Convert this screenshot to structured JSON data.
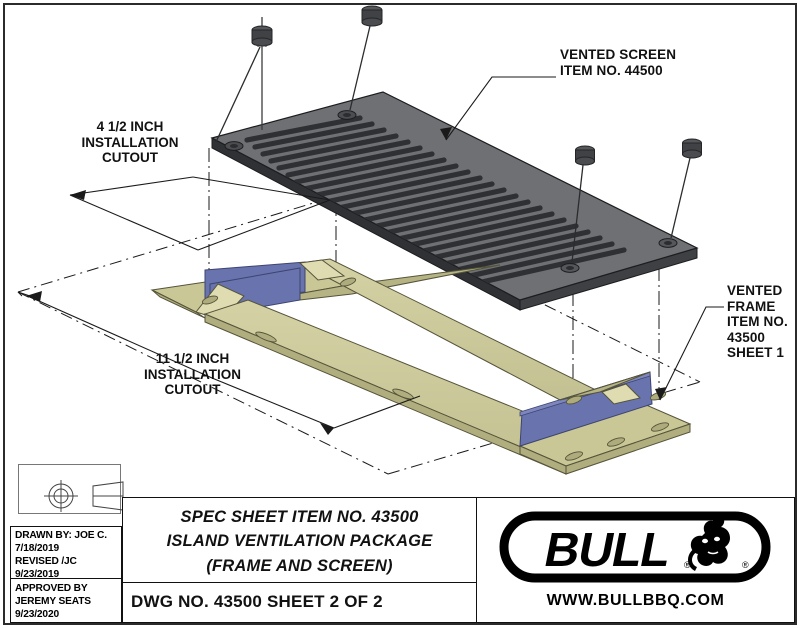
{
  "document": {
    "type": "engineering-spec-sheet",
    "sheet_size": "800x628"
  },
  "annotations": {
    "vented_screen": {
      "name": "vented-screen-callout",
      "text": "VENTED SCREEN\nITEM NO. 44500"
    },
    "vented_frame": {
      "name": "vented-frame-callout",
      "text": "VENTED\nFRAME\nITEM NO.\n43500\nSHEET 1"
    },
    "dim_width": {
      "name": "cutout-width-dimension",
      "text": "4 1/2 INCH\nINSTALLATION\nCUTOUT"
    },
    "dim_length": {
      "name": "cutout-length-dimension",
      "text": "11 1/2 INCH\nINSTALLATION\nCUTOUT"
    }
  },
  "title_block": {
    "drawn_by": "DRAWN BY: JOE C.\n7/18/2019\nREVISED /JC\n9/23/2019",
    "approved_by": "APPROVED BY\nJEREMY SEATS\n9/23/2020",
    "spec_title": "SPEC SHEET ITEM NO. 43500\nISLAND VENTILATION PACKAGE\n(FRAME AND SCREEN)",
    "dwg_no": "DWG NO.  43500 SHEET 2 OF 2",
    "projection_symbol": "third-angle-projection-symbol"
  },
  "logo": {
    "brand": "BULL",
    "registered_mark": "®",
    "bull_head_icon": "bull-head-icon",
    "website": "WWW.BULLBBQ.COM"
  },
  "colors": {
    "screen_top": "#6e7073",
    "screen_dark": "#3a3c3f",
    "screen_edge": "#2c2e30",
    "frame_khaki": "#cdcb9a",
    "frame_khaki_dark": "#b8b684",
    "frame_blue": "#6973ae",
    "frame_blue_dark": "#5a63a0",
    "screw_gray": "#4a4c50",
    "line": "#1a1a1a",
    "border": "#2b2b2b"
  },
  "parts": [
    {
      "name": "vented-screen-part",
      "item_no": "44500",
      "description": "Vented screen panel with louver slots",
      "color": "#6e7073"
    },
    {
      "name": "vented-frame-part",
      "item_no": "43500",
      "description": "Vented frame, sheet 1",
      "color": "#cdcb9a"
    },
    {
      "name": "screw-1",
      "description": "mounting screw"
    },
    {
      "name": "screw-2",
      "description": "mounting screw"
    },
    {
      "name": "screw-3",
      "description": "mounting screw"
    },
    {
      "name": "screw-4",
      "description": "mounting screw"
    }
  ]
}
